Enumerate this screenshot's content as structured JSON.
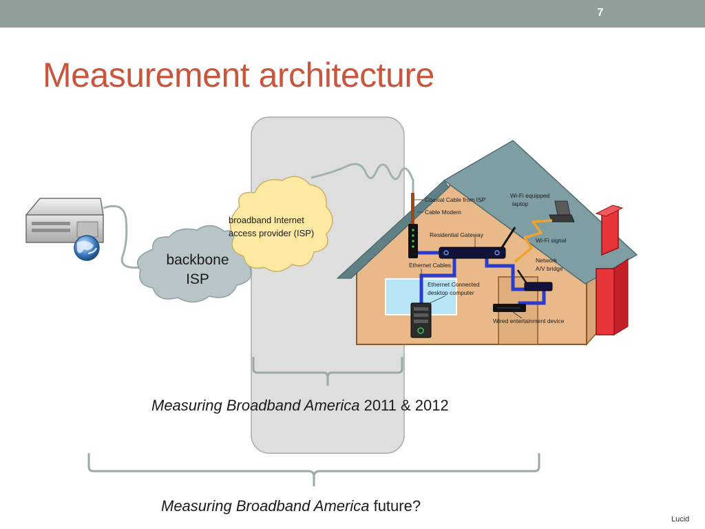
{
  "slide": {
    "number": "7",
    "title": "Measurement architecture",
    "footer": "Lucid"
  },
  "colors": {
    "topbar": "#8fa09a",
    "title": "#c8553d",
    "cloud_backbone": "#b7c4c8",
    "cloud_isp": "#fde9a2",
    "house_wall": "#e9b98a",
    "roof": "#7f9ea4",
    "chimney": "#e8343b",
    "highlight_panel": "#dedede",
    "cable_blue": "#2a3ccc"
  },
  "diagram": {
    "nodes": {
      "backbone_isp": {
        "line1": "backbone",
        "line2": "ISP"
      },
      "broadband_isp": {
        "line1": "broadband Internet",
        "line2": "access provider (ISP)"
      }
    },
    "house_labels": {
      "coax": "Coaxial Cable from ISP",
      "modem": "Cable Modem",
      "gateway": "Residential Gateway",
      "ethernet": "Ethernet Cables",
      "desktop_line1": "Ethernet Connected",
      "desktop_line2": "desktop computer",
      "wifi_laptop_line1": "Wi-Fi equipped",
      "wifi_laptop_line2": "laptop",
      "wifi_signal": "Wi-Fi signal",
      "av_bridge_line1": "Network",
      "av_bridge_line2": "A/V bridge",
      "wired_device": "Wired entertainment device"
    },
    "captions": {
      "current_italic": "Measuring Broadband America",
      "current_rest": " 2011 & 2012",
      "future_italic": "Measuring Broadband America",
      "future_rest": " future?"
    },
    "icons": {
      "server": "server-icon",
      "globe": "globe-icon",
      "laptop": "laptop-icon",
      "desktop": "desktop-computer-icon",
      "router": "router-icon",
      "modem": "cable-modem-icon"
    }
  }
}
